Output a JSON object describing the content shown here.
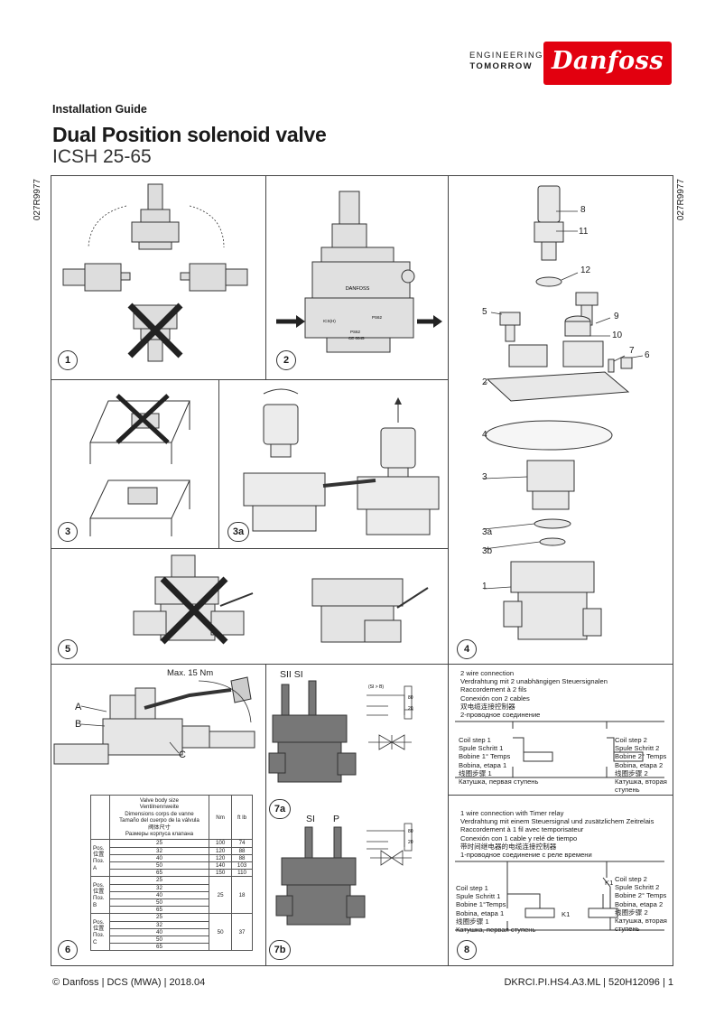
{
  "header": {
    "tagline_line1": "ENGINEERING",
    "tagline_line2": "TOMORROW",
    "logo_text": "Danfoss"
  },
  "doc": {
    "type_label": "Installation Guide",
    "title": "Dual Position solenoid valve",
    "subtitle": "ICSH 25-65",
    "side_code": "027R9977"
  },
  "panels": {
    "p1": "1",
    "p2": "2",
    "p3": "3",
    "p3a": "3a",
    "p4": "4",
    "p5": "5",
    "p6": "6",
    "p7a": "7a",
    "p7b": "7b",
    "p8": "8"
  },
  "panel2": {
    "brand": "DANFOSS",
    "port_a": "ICS(H)",
    "port_b": "PS62",
    "port_c": "PS62",
    "mark": "CE 0045"
  },
  "panel4_parts": [
    "8",
    "11",
    "12",
    "5",
    "9",
    "10",
    "7",
    "6",
    "2",
    "4",
    "3",
    "3a",
    "3b",
    "1"
  ],
  "panel6": {
    "torque_label": "Max. 15 Nm",
    "label_a": "A",
    "label_b": "B",
    "label_c": "C",
    "table": {
      "header_lines": [
        "Valve body size",
        "Ventilnennweite",
        "Dimensions corps de vanne",
        "Tamaño del cuerpo de la válvula",
        "阀体尺寸",
        "Размеры корпуса клапана"
      ],
      "col_nm": "Nm",
      "col_ftlb": "ft lb",
      "pos_label_lines": [
        "Pos.",
        "位置",
        "Поз."
      ],
      "groups": [
        {
          "letter": "A",
          "sizes": [
            "25",
            "32",
            "40",
            "50",
            "65"
          ],
          "nm": [
            "100",
            "120",
            "120",
            "140",
            "150"
          ],
          "ftlb": [
            "74",
            "88",
            "88",
            "103",
            "110"
          ]
        },
        {
          "letter": "B",
          "sizes": [
            "25",
            "32",
            "40",
            "50",
            "65"
          ],
          "nm": "25",
          "ftlb": "18"
        },
        {
          "letter": "C",
          "sizes": [
            "25",
            "32",
            "40",
            "50",
            "65"
          ],
          "nm": "50",
          "ftlb": "37"
        }
      ]
    }
  },
  "panel7": {
    "top_label": "SII SI",
    "bottom_si": "SI",
    "bottom_p": "P",
    "sym_a": "80",
    "sym_b": "20",
    "sym_top": "(SI > B)"
  },
  "panel8": {
    "two_wire": [
      "2 wire connection",
      "Verdrahtung mit 2 unabhängigen Steuersignalen",
      "Raccordement à 2 fils",
      "Conexión con 2 cables",
      "双电缆连接控制器",
      "2-проводное соединение"
    ],
    "coil1": [
      "Coil step 1",
      "Spule Schritt 1",
      "Bobine 1° Temps",
      "Bobina, etapa 1",
      "线圈步骤 1",
      "Катушка, первая ступень"
    ],
    "coil2": [
      "Coil step 2",
      "Spule Schritt 2",
      "Bobine 2° Temps",
      "Bobina, etapa 2",
      "线圈步骤 2",
      "Катушка, вторая",
      "ступень"
    ],
    "one_wire": [
      "1 wire connection with Timer relay",
      "Verdrahtung mit einem Steuersignal und zusätzlichem Zeitrelais",
      "Raccordement à 1 fil avec temporisateur",
      "Conexión con 1 cable y relé de tiempo",
      "带时间继电器的电缆连接控制器",
      "1-проводное соединение с реле времени"
    ],
    "coil1b": [
      "Coil step 1",
      "Spule Schritt 1",
      "Bobine 1°Temps",
      "Bobina, etapa 1",
      "线圈步骤 1",
      "Катушка, первая ступень"
    ],
    "coil2b": [
      "Coil step 2",
      "Spule Schritt 2",
      "Bobine 2° Temps",
      "Bobina, etapa 2",
      "线圈步骤 2",
      "Катушка, вторая",
      "ступень"
    ],
    "relay": "K1"
  },
  "footer": {
    "left": "© Danfoss | DCS (MWA) | 2018.04",
    "right": "DKRCI.PI.HS4.A3.ML | 520H12096 | 1"
  }
}
